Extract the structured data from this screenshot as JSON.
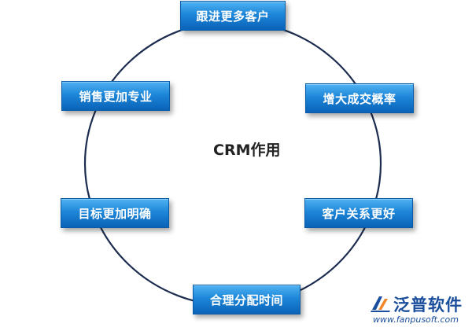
{
  "diagram": {
    "center_label": "CRM作用",
    "nodes": {
      "top": "跟进更多客户",
      "upper_left": "销售更加专业",
      "upper_right": "增大成交概率",
      "lower_left": "目标更加明确",
      "lower_right": "客户关系更好",
      "bottom": "合理分配时间"
    }
  },
  "watermark": {
    "brand": "泛普软件",
    "url": "www.fanpusoft.com"
  },
  "colors": {
    "ring": "#1b2c4e",
    "node_top": "#4fb2f2",
    "node_bottom": "#0a63b8",
    "brand": "#1a4e9c",
    "logo_accent": "#f0862a"
  },
  "icons": {
    "logo_mark": "fanpu-logo-icon"
  }
}
